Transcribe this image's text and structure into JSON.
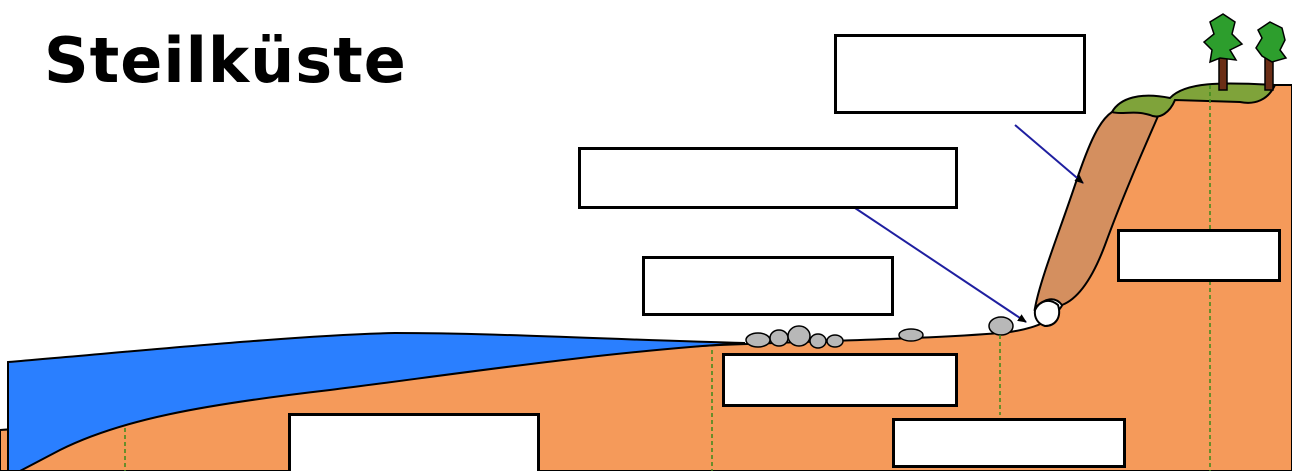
{
  "title": "Steilküste",
  "label_boxes": [
    {
      "id": "box-cliff-top",
      "text": ""
    },
    {
      "id": "box-notch",
      "text": ""
    },
    {
      "id": "box-rocks",
      "text": ""
    },
    {
      "id": "box-cliff-right",
      "text": ""
    },
    {
      "id": "box-platform",
      "text": ""
    },
    {
      "id": "box-sea-floor",
      "text": ""
    },
    {
      "id": "box-bottom-right",
      "text": ""
    }
  ],
  "colors": {
    "sea": "#2a7fff",
    "land": "#f59a5a",
    "cliff_face": "#d48f5f",
    "grass": "#7fa33a",
    "tree_foliage": "#2d9e2d",
    "tree_trunk": "#6b2e16",
    "arrow": "#1f1fa0",
    "dashed_lines": "#3a8a1a",
    "rock": "#b8b8b8"
  }
}
